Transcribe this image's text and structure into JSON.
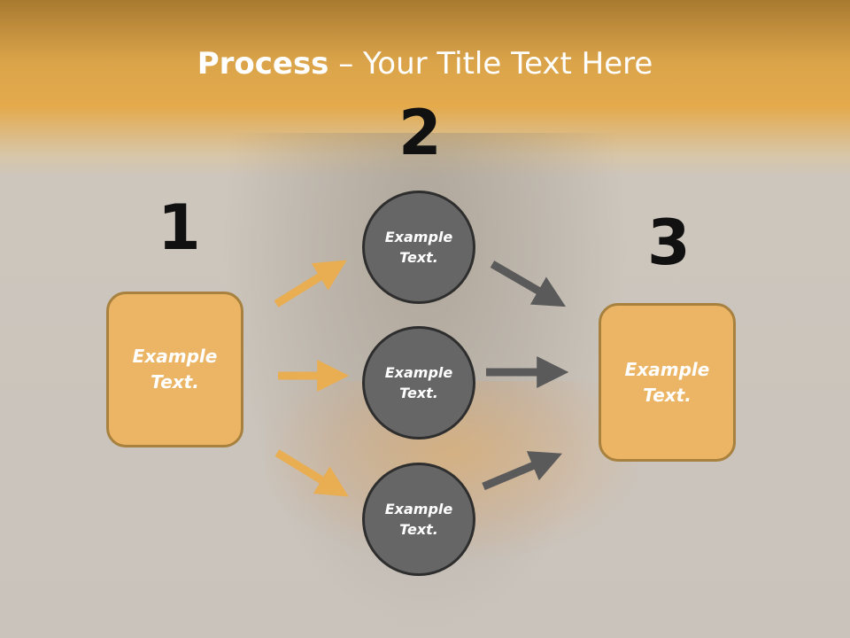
{
  "title": {
    "bold": "Process",
    "rest": " – Your Title Text Here"
  },
  "steps": {
    "one": "1",
    "two": "2",
    "three": "3"
  },
  "left_box": {
    "text": "Example\nText."
  },
  "right_box": {
    "text": "Example\nText."
  },
  "circles": [
    {
      "text": "Example\nText."
    },
    {
      "text": "Example\nText."
    },
    {
      "text": "Example\nText."
    }
  ],
  "colors": {
    "box_fill": "#ebb565",
    "circle_fill": "#666666",
    "arrow_orange": "#e9ad52",
    "arrow_gray": "#5a5a5a"
  }
}
